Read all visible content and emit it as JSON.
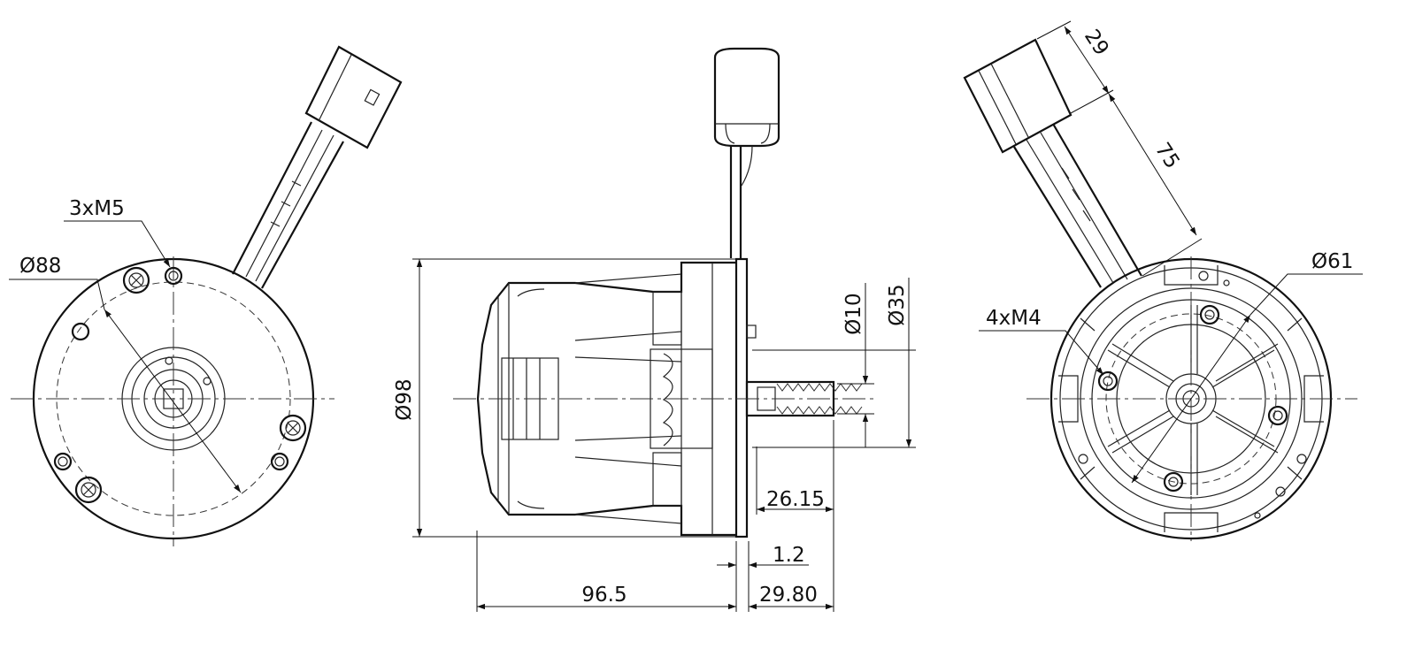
{
  "drawing": {
    "left_view": {
      "thread_callout": "3xM5",
      "diameter_callout": "Ø88"
    },
    "side_view": {
      "diameter_overall": "Ø98",
      "diameter_shaft": "Ø10",
      "diameter_boss": "Ø35",
      "dim_shaft_thread": "26.15",
      "dim_flange": "1.2",
      "dim_body_length": "96.5",
      "dim_shaft_length": "29.80"
    },
    "right_view": {
      "dim_connector_width": "29",
      "dim_cable_length": "75",
      "diameter_callout": "Ø61",
      "thread_callout": "4xM4"
    }
  }
}
